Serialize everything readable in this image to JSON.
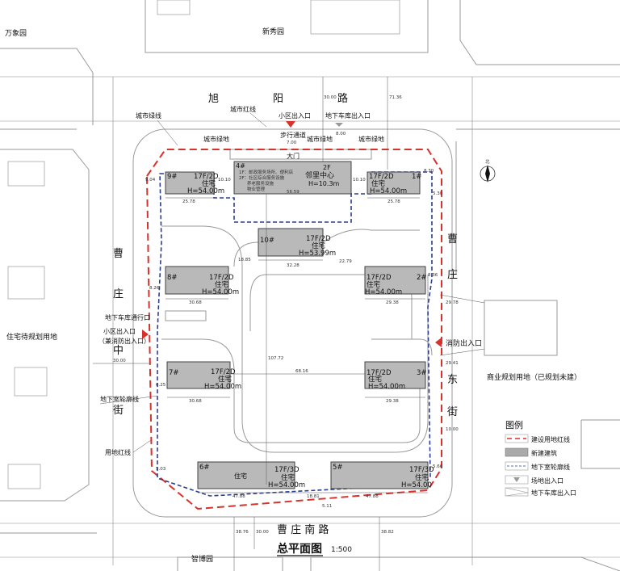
{
  "title": "总平面图",
  "scale": "1:500",
  "roads": {
    "north": [
      "旭",
      "阳",
      "路"
    ],
    "west": [
      "曹",
      "庄",
      "中",
      "街"
    ],
    "east": [
      "曹",
      "庄",
      "东",
      "街"
    ],
    "south": "曹 庄 南 路"
  },
  "neighbors": {
    "northwest": "万象园",
    "north": "新秀园",
    "west": "住宅待规划用地",
    "east": "商业规划用地（已规划未建）",
    "south": "智博园"
  },
  "annotations": {
    "city_red_line": "城市红线",
    "city_green_line": "城市绿线",
    "community_entrance": "小区出入口",
    "garage_entrance": "地下车库出入口",
    "pedestrian_path": "步行通道",
    "city_green_1": "城市绿地",
    "city_green_2": "城市绿地",
    "city_green_3": "城市绿地",
    "gate": "大门",
    "garage_passage": "地下车库通行口",
    "west_entrance_1": "小区出入口",
    "west_entrance_2": "（兼消防出入口）",
    "fire_entrance": "消防出入口",
    "basement_outline": "地下室轮廓线",
    "site_red_line": "用地红线",
    "north_arrow": "北"
  },
  "buildings": [
    {
      "id": "9#",
      "floors": "17F/2D",
      "use": "住宅",
      "height": "H=54.00m"
    },
    {
      "id": "1#",
      "floors": "17F/2D",
      "use": "住宅",
      "height": "H=54.00m"
    },
    {
      "id": "10#",
      "floors": "17F/2D",
      "use": "住宅",
      "height": "H=53.99m"
    },
    {
      "id": "8#",
      "floors": "17F/2D",
      "use": "住宅",
      "height": "H=54.00m"
    },
    {
      "id": "2#",
      "floors": "17F/2D",
      "use": "住宅",
      "height": "H=54.00m"
    },
    {
      "id": "7#",
      "floors": "17F/2D",
      "use": "住宅",
      "height": "H=54.00m"
    },
    {
      "id": "3#",
      "floors": "17F/2D",
      "use": "住宅",
      "height": "H=54.00m"
    },
    {
      "id": "6#",
      "floors": "17F/3D",
      "use": "住宅",
      "height": "H=54.00m",
      "inner": "住宅"
    },
    {
      "id": "5#",
      "floors": "17F/3D",
      "use": "住宅",
      "height": "H=54.00"
    }
  ],
  "center": {
    "id": "4#",
    "floors": "2F",
    "name": "邻里中心",
    "height": "H=10.3m",
    "notes": [
      "1F：邮政服务场所、便利店",
      "2F：社区综合服务设施",
      "养老服务设施",
      "物业管理"
    ]
  },
  "dimensions": {
    "ped_width": "7.00",
    "garage_width": "8.00",
    "w9": "25.78",
    "w1": "25.78",
    "d9_4": "10.10",
    "d4_1": "10.10",
    "d9_left": "9.04",
    "d1_right": "8.30",
    "d1_right2": "5.30",
    "w4": "56.59",
    "w10": "32.28",
    "d10_8": "18.85",
    "d10_2": "22.79",
    "d8_left": "8.26",
    "d2_right": "8.36",
    "w8": "30.68",
    "w2": "29.38",
    "w7": "30.68",
    "w3": "29.38",
    "d7_3": "68.16",
    "vert_center": "107.72",
    "west_road": "30.00",
    "d7_left": "6.25",
    "east_1": "29.78",
    "east_2": "29.41",
    "east_road": "10.00",
    "w6": "47.88",
    "w5": "47.88",
    "d6_5": "18.81",
    "d6_left": "5.03",
    "d_south": "5.11",
    "d5_right": "5.66",
    "road_n1": "30.00",
    "road_n2": "71.36",
    "road_s1": "38.76",
    "road_s2": "30.00",
    "road_s3": "38.82"
  },
  "legend": {
    "title": "图例",
    "items": [
      "建设用地红线",
      "新建建筑",
      "地下室轮廓线",
      "场地出入口",
      "地下车库出入口"
    ]
  },
  "colors": {
    "red_line": "#d9312b",
    "basement": "#2a3f8f",
    "building": "#b9b9b9"
  }
}
